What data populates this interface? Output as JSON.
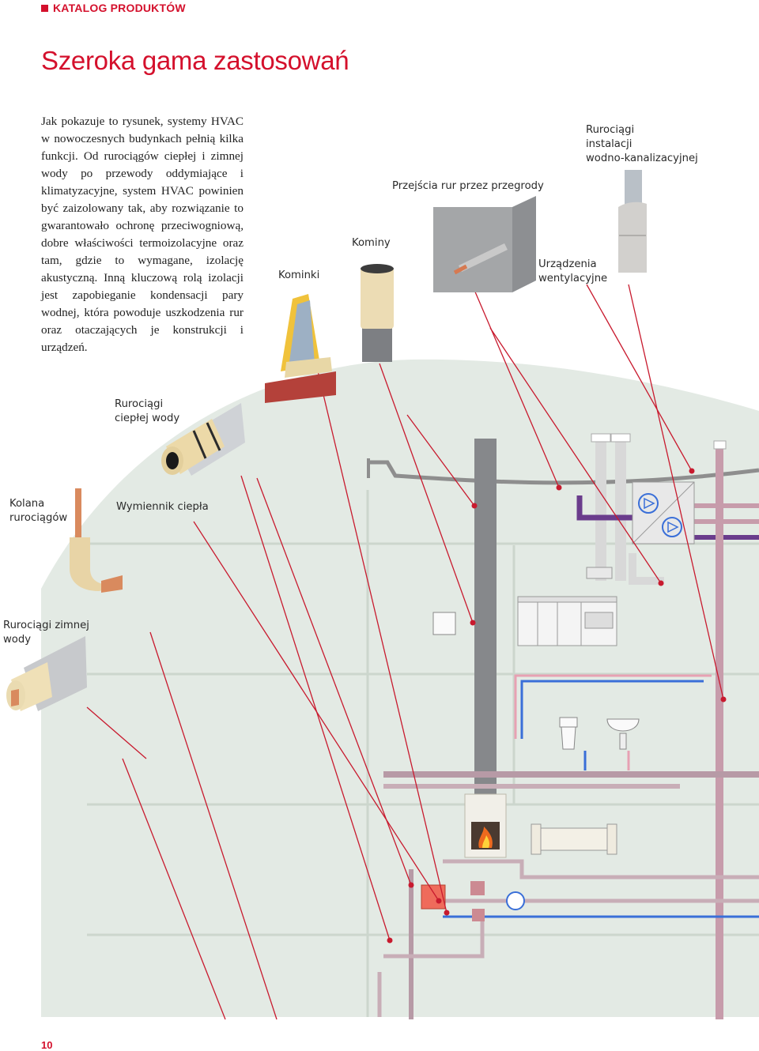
{
  "header": {
    "section_tag": "KATALOG PRODUKTÓW"
  },
  "page": {
    "title": "Szeroka gama zastosowań",
    "intro": "Jak pokazuje to rysunek, systemy HVAC w nowoczesnych budynkach pełnią kilka funkcji. Od rurociągów ciepłej i zimnej wody po przewody oddymiające i klimatyzacyjne, system HVAC powinien być zaizolowany tak, aby rozwiązanie to gwarantowało ochronę przeciwogniową, dobre właściwości termoizolacyjne oraz tam, gdzie to wymagane, izolację akustyczną. Inną kluczową rolą izolacji jest zapobieganie kondensacji pary wodnej, która powoduje uszkodzenia rur oraz otaczających je konstrukcji i urządzeń.",
    "page_number": "10"
  },
  "labels": {
    "kominki": "Kominki",
    "kominy": "Kominy",
    "przejscia": "Przejścia rur przez przegrody",
    "wodkan_1": "Rurociągi",
    "wodkan_2": "instalacji",
    "wodkan_3": "wodno-kanalizacyjnej",
    "wentylacja_1": "Urządzenia",
    "wentylacja_2": "wentylacyjne",
    "ciepla_1": "Rurociągi",
    "ciepla_2": "ciepłej wody",
    "kolana_1": "Kolana",
    "kolana_2": "rurociągów",
    "wymiennik": "Wymiennik ciepła",
    "zimna_1": "Rurociągi zimnej",
    "zimna_2": "wody"
  },
  "colors": {
    "accent_red": "#d4102c",
    "building_bg": "#e4ebe5",
    "pipe_pink": "#c9a0aa",
    "pipe_purple": "#6b3a8a",
    "pipe_blue": "#3a6fd8",
    "chimney": "#888a8d"
  }
}
